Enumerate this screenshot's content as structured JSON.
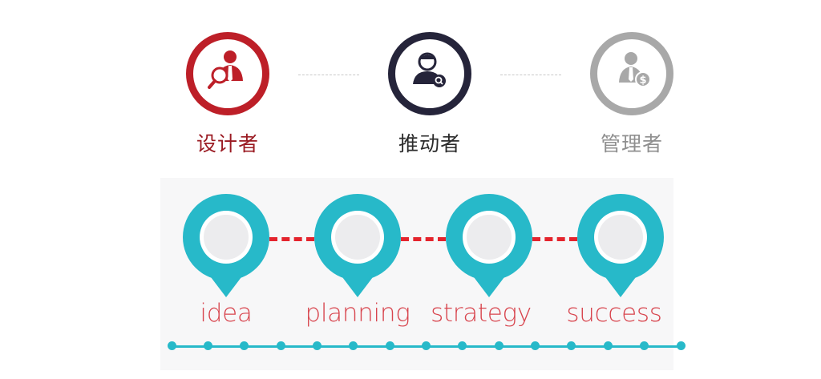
{
  "roles": [
    {
      "label": "设计者",
      "icon": "designer-magnifier-icon",
      "ring_color": "#bd1f28",
      "text_color": "#9a1a22"
    },
    {
      "label": "推动者",
      "icon": "promoter-search-icon",
      "ring_color": "#25243a",
      "text_color": "#2b2b2b"
    },
    {
      "label": "管理者",
      "icon": "manager-dollar-icon",
      "ring_color": "#a8a8a8",
      "text_color": "#8f8f8f"
    }
  ],
  "stages": [
    {
      "label": "idea"
    },
    {
      "label": "planning"
    },
    {
      "label": "strategy"
    },
    {
      "label": "success"
    }
  ],
  "colors": {
    "pin": "#27b9c9",
    "pin_inner": "#ececee",
    "connector": "#e4242d",
    "stage_text": "#d8454e",
    "timeline": "#27b9c9"
  },
  "timeline": {
    "dot_count": 15
  }
}
